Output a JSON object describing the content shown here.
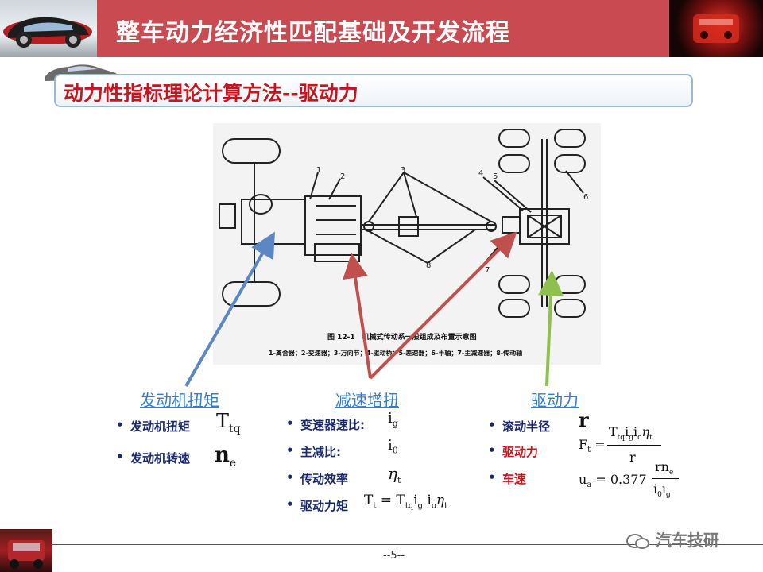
{
  "header": {
    "title": "整车动力经济性匹配基础及开发流程"
  },
  "subtitle": "动力性指标理论计算方法--驱动力",
  "diagram": {
    "caption_line1": "图 12-1　机械式传动系一般组成及布置示意图",
    "caption_line2": "1-离合器；2-变速器；3-万向节；4-驱动桥；5-差速器；6-半轴；7-主减速器；8-传动轴",
    "labels": [
      "1",
      "2",
      "3",
      "4",
      "5",
      "6",
      "7",
      "8"
    ]
  },
  "columns": {
    "engine": {
      "title": "发动机扭矩",
      "items": [
        {
          "label": "发动机扭矩",
          "symbol": "T",
          "sub": "tq"
        },
        {
          "label": "发动机转速",
          "symbol": "n",
          "sub": "e"
        }
      ]
    },
    "reduction": {
      "title": "减速增扭",
      "items": [
        {
          "label": "变速器速比:",
          "symbol": "i",
          "sub": "g"
        },
        {
          "label": "主减比:",
          "symbol": "i",
          "sub": "0"
        },
        {
          "label": "传动效率",
          "symbol": "η",
          "sub": "t"
        },
        {
          "label": "驱动力矩",
          "formula": "T = T i i η",
          "lhs_sub": "t"
        }
      ]
    },
    "drive": {
      "title": "驱动力",
      "items": [
        {
          "label": "滚动半径",
          "symbol": "r"
        },
        {
          "label": "驱动力",
          "formula_lhs": "F",
          "lhs_sub": "t"
        },
        {
          "label": "车速",
          "formula_lhs": "u",
          "lhs_sub": "a",
          "coef": "0.377"
        }
      ]
    }
  },
  "colors": {
    "header_bg": "#c94a50",
    "subtitle": "#c4161c",
    "column_title": "#2e7dd1",
    "arrow_blue": "#5b87c4",
    "arrow_red": "#c0504d",
    "arrow_green": "#8fbf4f"
  },
  "footer": {
    "page": "--5--",
    "watermark": "汽车技研"
  }
}
